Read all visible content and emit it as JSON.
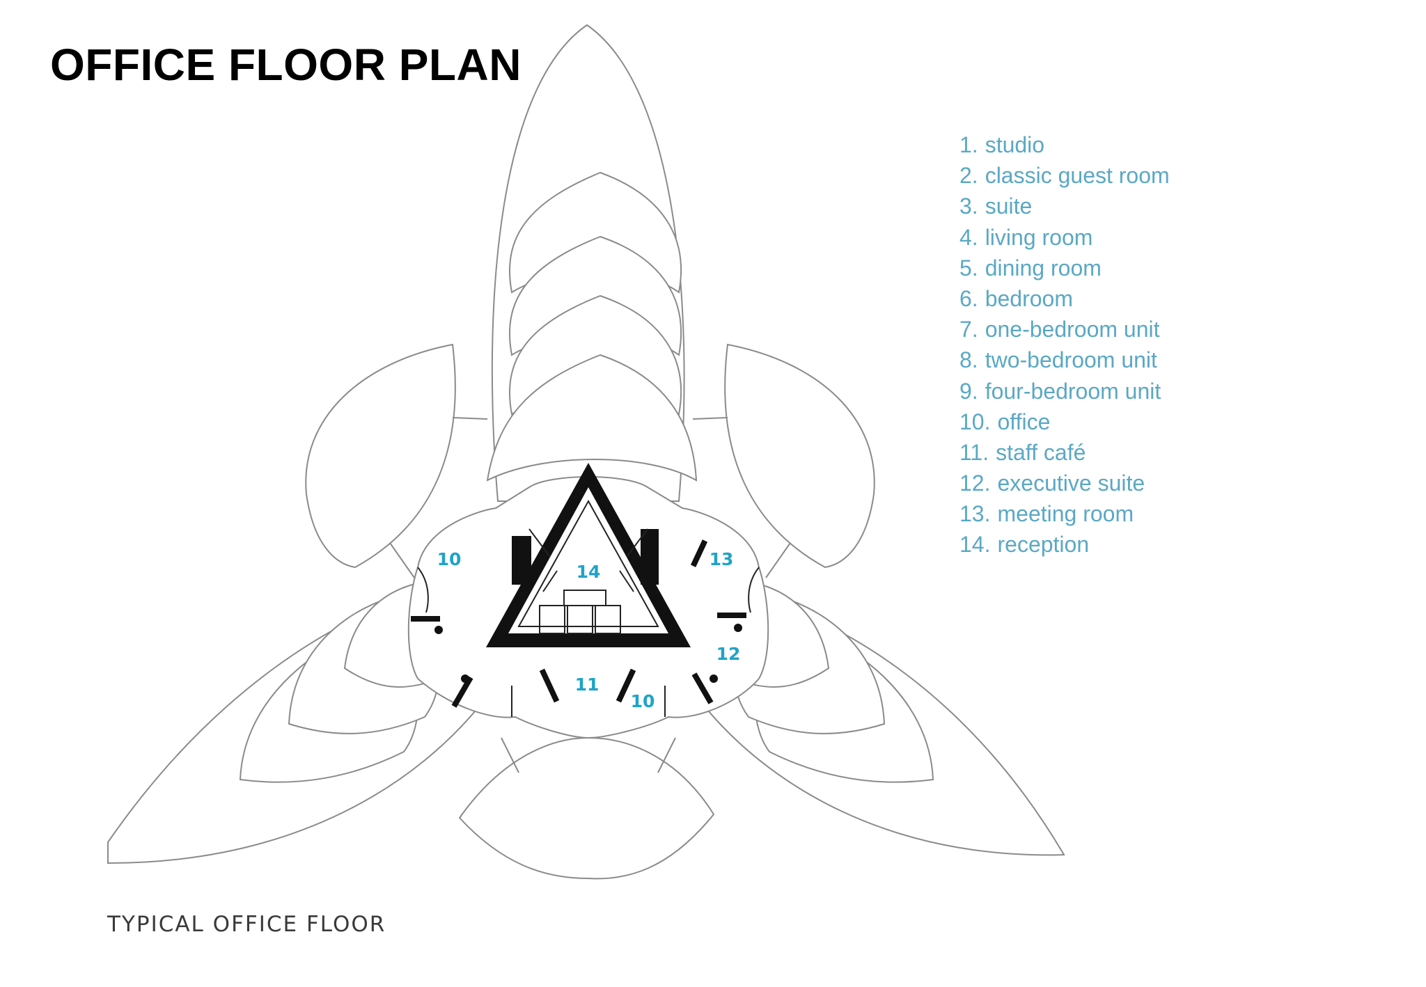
{
  "title": "OFFICE FLOOR PLAN",
  "caption": "TYPICAL OFFICE FLOOR",
  "legend": [
    {
      "num": "1.",
      "label": "studio"
    },
    {
      "num": "2.",
      "label": "classic guest room"
    },
    {
      "num": "3.",
      "label": "suite"
    },
    {
      "num": "4.",
      "label": "living room"
    },
    {
      "num": "5.",
      "label": "dining room"
    },
    {
      "num": "6.",
      "label": "bedroom"
    },
    {
      "num": "7.",
      "label": "one-bedroom unit"
    },
    {
      "num": "8.",
      "label": "two-bedroom unit"
    },
    {
      "num": "9.",
      "label": "four-bedroom unit"
    },
    {
      "num": "10.",
      "label": "office"
    },
    {
      "num": "11.",
      "label": "staff café"
    },
    {
      "num": "12.",
      "label": "executive suite"
    },
    {
      "num": "13.",
      "label": "meeting room"
    },
    {
      "num": "14.",
      "label": "reception"
    }
  ],
  "room_labels": {
    "office_left": "10",
    "meeting": "13",
    "reception": "14",
    "executive": "12",
    "cafe": "11",
    "office_bottom": "10"
  },
  "colors": {
    "legend_text": "#5aa8c4",
    "room_label": "#1fa3c9",
    "line": "#8a8a8a",
    "wall": "#111111"
  }
}
